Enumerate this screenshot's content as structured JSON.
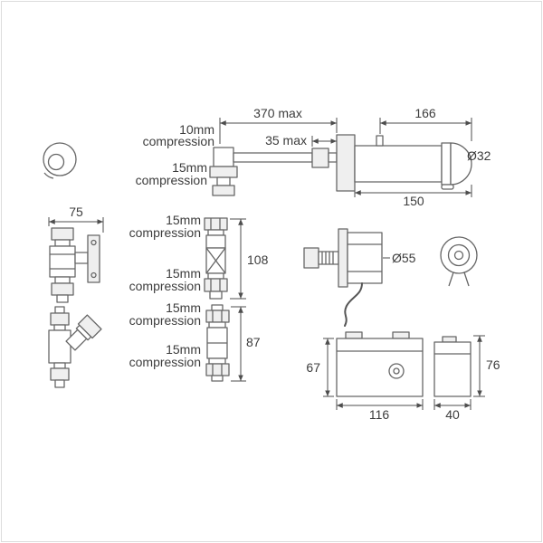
{
  "colors": {
    "background": "#ffffff",
    "border": "#dcdcdc",
    "part_line": "#666666",
    "dimension_line": "#4d4d4d",
    "text": "#3c3c3c"
  },
  "spout_assembly": {
    "dim_inlet_run": "370 max",
    "dim_spout_overall": "166",
    "inlet_size_line1": "10mm",
    "inlet_size_line2": "compression",
    "dim_wall_max": "35 max",
    "elbow_size_line1": "15mm",
    "elbow_size_line2": "compression",
    "spout_diameter": "Ø32",
    "dim_spout_projection": "150"
  },
  "isolating_valve": {
    "dim_width": "75"
  },
  "inline_filter": {
    "dim_length": "108",
    "top_size_line1": "15mm",
    "top_size_line2": "compression",
    "bottom_size_line1": "15mm",
    "bottom_size_line2": "compression"
  },
  "solenoid_valve": {
    "body_diameter": "Ø55"
  },
  "straight_connector": {
    "dim_length": "87",
    "top_size_line1": "15mm",
    "top_size_line2": "compression",
    "bottom_size_line1": "15mm",
    "bottom_size_line2": "compression"
  },
  "control_box": {
    "dim_height": "67",
    "dim_width": "116"
  },
  "psu_box": {
    "dim_width": "40",
    "dim_height": "76"
  }
}
